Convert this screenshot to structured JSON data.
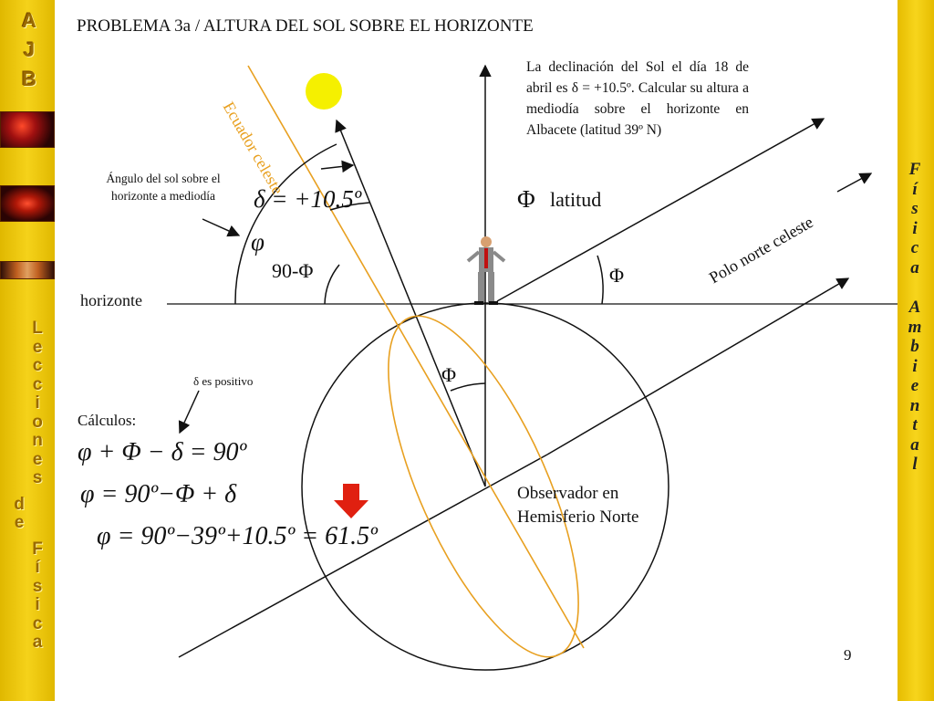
{
  "brand": {
    "logo_letters": [
      "A",
      "J",
      "B"
    ],
    "left_text": [
      "L",
      "e",
      "c",
      "c",
      "i",
      "o",
      "n",
      "e",
      "s",
      "",
      "d",
      "e",
      "",
      "F",
      "í",
      "s",
      "i",
      "c",
      "a"
    ],
    "right_text": [
      "F",
      "í",
      "s",
      "i",
      "c",
      "a",
      "",
      "A",
      "m",
      "b",
      "i",
      "e",
      "n",
      "t",
      "a",
      "l"
    ]
  },
  "title": "PROBLEMA 3a / ALTURA DEL SOL SOBRE EL HORIZONTE",
  "problem_text": "La declinación del Sol el día 18 de abril es δ = +10.5º. Calcular su altura a mediodía sobre el horizonte en Albacete (latitud 39º N)",
  "labels": {
    "ecuador": "Ecuador celeste",
    "angle_note": "Ángulo del sol sobre el horizonte a mediodía",
    "delta_eq": "δ = +10.5º",
    "phi_latitud_sym": "Φ",
    "phi_latitud_word": "latitud",
    "varphi": "φ",
    "ninety_minus_phi": "90-Φ",
    "phi_right": "Φ",
    "polo_norte": "Polo norte celeste",
    "horizonte": "horizonte",
    "phi_center": "Φ",
    "delta_positive": "δ es positivo",
    "calculos": "Cálculos:",
    "observador_line1": "Observador en",
    "observador_line2": "Hemisferio Norte"
  },
  "formulas": {
    "f1": "φ + Φ − δ = 90º",
    "f2": "φ = 90º−Φ + δ",
    "f3": "φ = 90º−39º+10.5º = 61.5º"
  },
  "page_number": "9",
  "colors": {
    "bar_yellow": "#f5d21a",
    "sun": "#f5f000",
    "ecuador_orange": "#e8a020",
    "arrow_red": "#e02010"
  }
}
